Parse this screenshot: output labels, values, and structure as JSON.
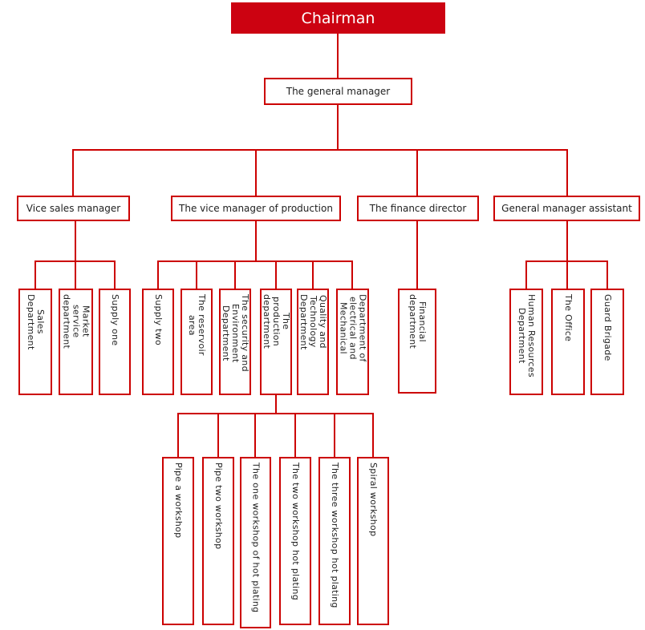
{
  "colors": {
    "line": "#cc0000",
    "node_fill": "#cc0211",
    "node_border": "#cc0000",
    "label_text": "#1f1f1f",
    "root_text": "#ffffff"
  },
  "nodes": {
    "level1": {
      "chairman": "Chairman"
    },
    "level2": {
      "general_manager": "The general manager"
    },
    "level3": {
      "vice_sales_manager": "Vice sales manager",
      "vice_production_manager": "The vice manager of production",
      "finance_director": "The finance director",
      "gm_assistant": "General manager assistant"
    },
    "level4": {
      "sales_department": "Sales\nDepartment",
      "market_service_department": "Market\nservice\ndepartment",
      "supply_one": "Supply one",
      "supply_two": "Supply two",
      "reservoir_area": "The reservoir\narea",
      "security_environment_department": "The security and\nEnvironment\nDepartment",
      "production_department": "The\nproduction\ndepartment",
      "quality_technology_department": "Quality and\nTechnology\nDepartment",
      "electrical_mechanical_department": "Department of\nelectrical and\nMechanical",
      "financial_department": "Financial\ndepartment",
      "human_resources_department": "Human Resources\nDepartment",
      "the_office": "The Office",
      "guard_brigade": "Guard Brigade"
    },
    "level5": {
      "pipe_a_workshop": "Pipe a workshop",
      "pipe_two_workshop": "Pipe two workshop",
      "one_workshop_hot_plating": "The one workshop of hot plating",
      "two_workshop_hot_plating": "The two workshop hot plating",
      "three_workshop_hot_plating": "The three workshop hot plating",
      "spiral_workshop": "Spiral workshop"
    }
  }
}
